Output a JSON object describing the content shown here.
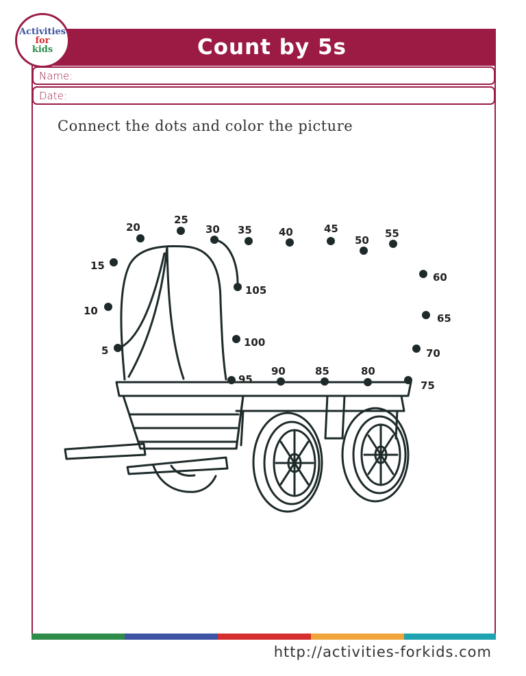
{
  "header": {
    "title": "Count by 5s"
  },
  "logo": {
    "line1": "Activities",
    "line2": "for",
    "line3": "kids"
  },
  "fields": {
    "name_label": "Name:",
    "date_label": "Date:"
  },
  "instructions": "Connect the dots and color the picture",
  "footer": {
    "url": "http://activities-forkids.com"
  },
  "colors": {
    "accent": "#9b1b45",
    "stripes": [
      "#2e8b4a",
      "#3c54a3",
      "#d62e2e",
      "#f0a53a",
      "#1fa3b0"
    ]
  },
  "dots": [
    {
      "label": "5"
    },
    {
      "label": "10"
    },
    {
      "label": "15"
    },
    {
      "label": "20"
    },
    {
      "label": "25"
    },
    {
      "label": "30"
    },
    {
      "label": "35"
    },
    {
      "label": "40"
    },
    {
      "label": "45"
    },
    {
      "label": "50"
    },
    {
      "label": "55"
    },
    {
      "label": "60"
    },
    {
      "label": "65"
    },
    {
      "label": "70"
    },
    {
      "label": "75"
    },
    {
      "label": "80"
    },
    {
      "label": "85"
    },
    {
      "label": "90"
    },
    {
      "label": "95"
    },
    {
      "label": "100"
    },
    {
      "label": "105"
    }
  ]
}
